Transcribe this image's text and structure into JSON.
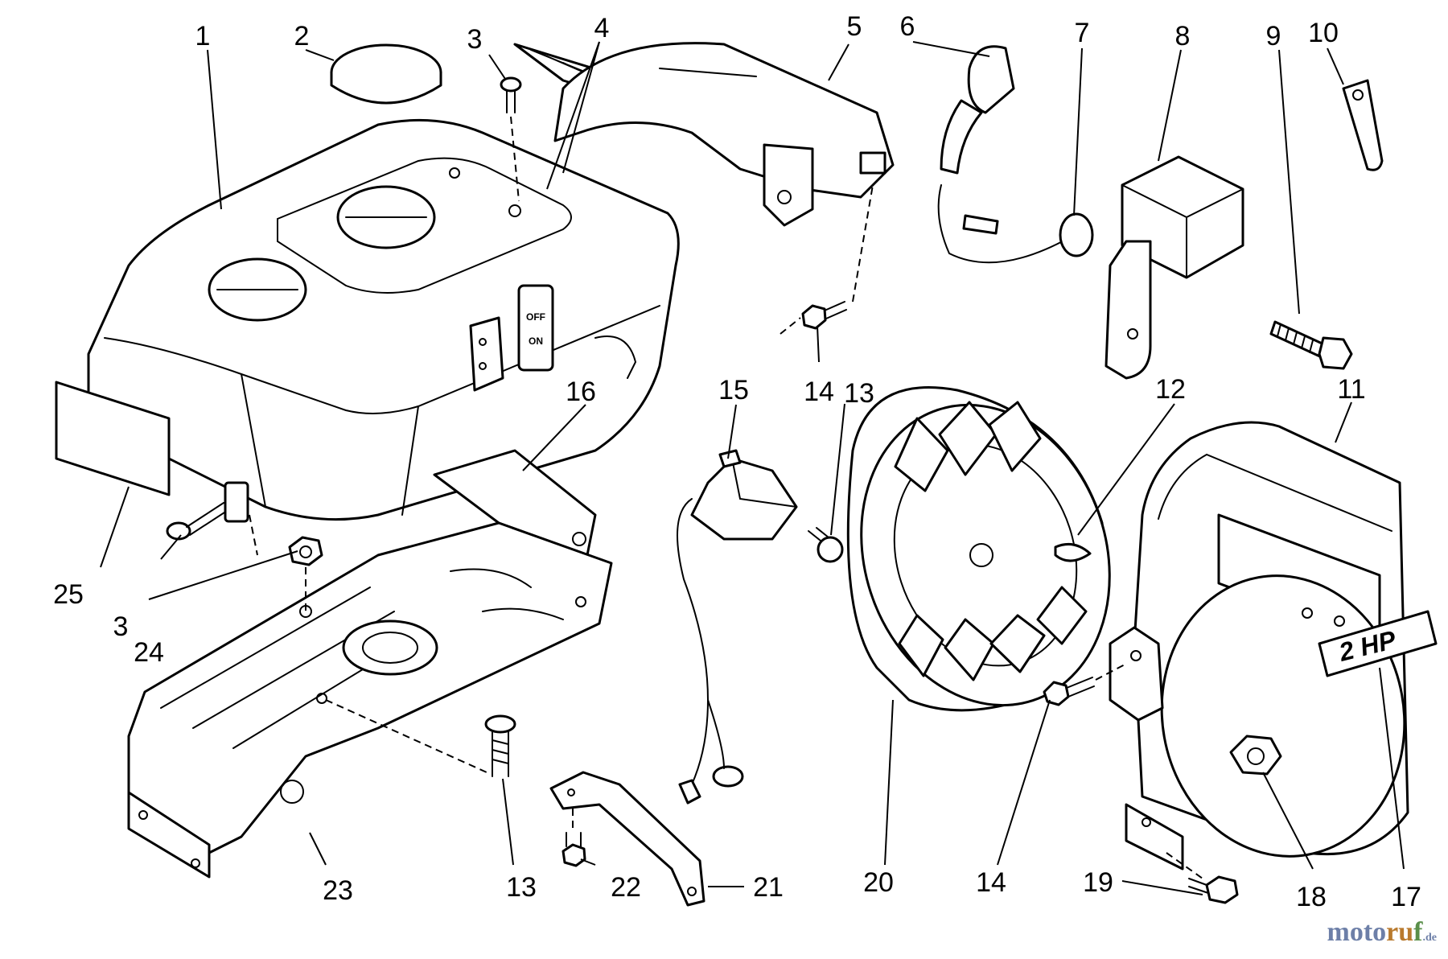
{
  "diagram": {
    "part_numbers": [
      "1",
      "2",
      "3",
      "4",
      "5",
      "6",
      "7",
      "8",
      "9",
      "10",
      "11",
      "12",
      "13",
      "14",
      "15",
      "16",
      "17",
      "18",
      "19",
      "20",
      "21",
      "22",
      "23",
      "24",
      "25"
    ],
    "labels": {
      "n1": "1",
      "n2": "2",
      "n3a": "3",
      "n4": "4",
      "n5": "5",
      "n6": "6",
      "n7": "7",
      "n8": "8",
      "n9": "9",
      "n10": "10",
      "n11": "11",
      "n12": "12",
      "n13a": "13",
      "n14a": "14",
      "n15": "15",
      "n16": "16",
      "n3b": "3",
      "n24": "24",
      "n25": "25",
      "n20": "20",
      "n14b": "14",
      "n19": "19",
      "n18": "18",
      "n17": "17",
      "n13b": "13",
      "n22": "22",
      "n21": "21",
      "n23": "23"
    },
    "switch_text": {
      "off": "OFF",
      "on": "ON"
    },
    "decal_text": "2 HP"
  },
  "watermark": {
    "text_1": "moto",
    "text_2": "ru",
    "text_3": "f",
    "tld": ".de"
  }
}
